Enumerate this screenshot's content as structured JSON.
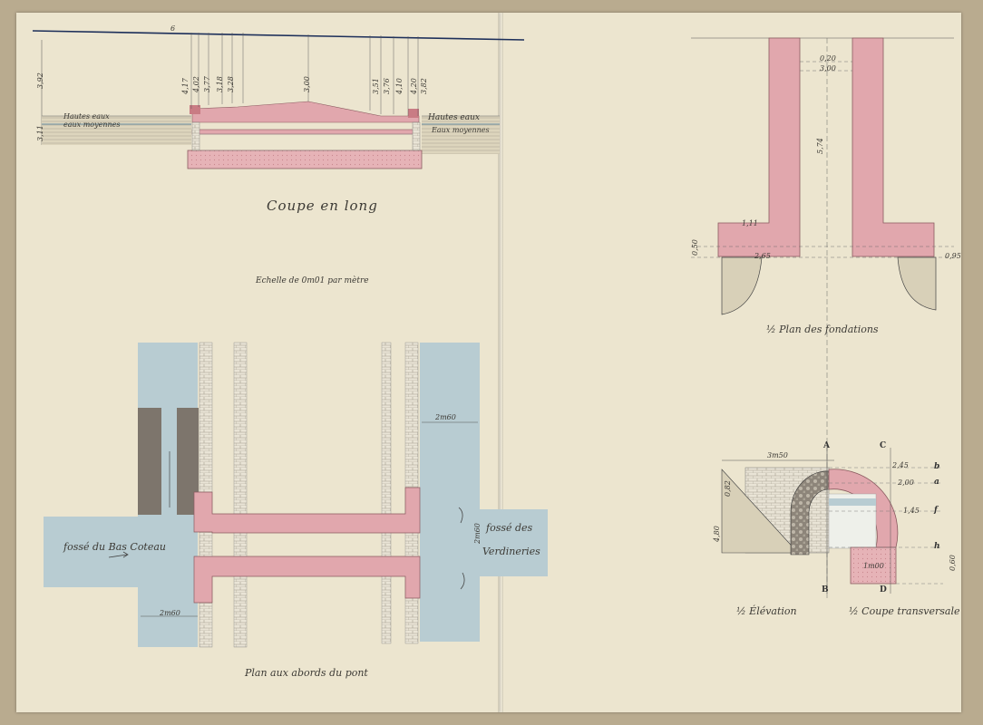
{
  "coupe": {
    "title": "Coupe en long",
    "scale": "Echelle de 0m01 par mètre",
    "hautes_eaux_left": "Hautes eaux",
    "eaux_moyennes_left": "eaux moyennes",
    "hautes_eaux_right": "Hautes eaux",
    "eaux_moyennes_right": "Eaux moyennes",
    "dims": {
      "d392": "3,92",
      "d311": "3,11",
      "d417": "4,17",
      "d402": "4,02",
      "d377": "3,77",
      "d318": "3,18",
      "d328": "3,28",
      "d300": "3,00",
      "d351": "3,51",
      "d376": "3,76",
      "d410": "4,10",
      "d420": "4,20",
      "d382": "3,82",
      "d6": "6"
    }
  },
  "plan": {
    "title": "Plan aux abords du pont",
    "fosse_left": "fossé du Bas Coteau",
    "fosse_right_1": "fossé des",
    "fosse_right_2": "Verdineries",
    "dim_top": "2m60",
    "dim_bottom": "2m60",
    "dim_side": "2m60"
  },
  "fondations": {
    "title": "½ Plan des fondations",
    "dims": {
      "d020": "0,20",
      "d300": "3,00",
      "d574": "5,74",
      "d111": "1,11",
      "d050": "0,50",
      "d265": "2,65",
      "d095": "0,95"
    }
  },
  "elevation": {
    "title_left": "½ Élévation",
    "title_right": "½ Coupe transversale",
    "dim_span": "3m50",
    "dim_base": "1m00",
    "letters": {
      "A": "A",
      "B": "B",
      "C": "C",
      "D": "D",
      "b": "b",
      "a": "a",
      "f": "f",
      "h": "h"
    },
    "dims": {
      "d245": "2,45",
      "d200": "2,00",
      "d145": "1,45",
      "d082": "0,82",
      "d480": "4,80",
      "d060": "0,60"
    }
  },
  "colors": {
    "paper": "#ece5cf",
    "masonry_pink": "#e1a7ad",
    "water_blue": "#b8ccd2",
    "stone_grey": "#7d756c",
    "ink": "#3c3a35"
  }
}
